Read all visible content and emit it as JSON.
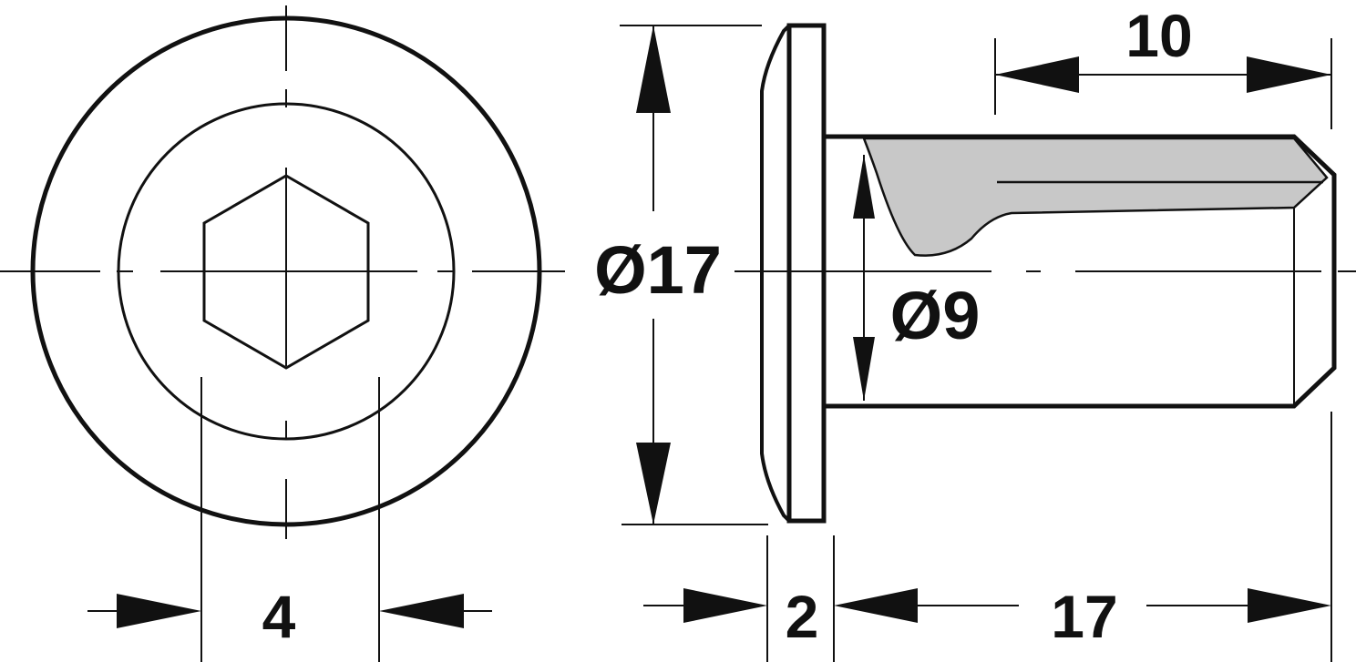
{
  "dimensions": {
    "hex_width": "4",
    "head_diameter": "Ø17",
    "shank_diameter": "Ø9",
    "head_thickness": "2",
    "shank_length": "17",
    "thread_length": "10"
  },
  "colors": {
    "line": "#111111",
    "section_fill": "#c8c8c8",
    "background": "#ffffff"
  }
}
